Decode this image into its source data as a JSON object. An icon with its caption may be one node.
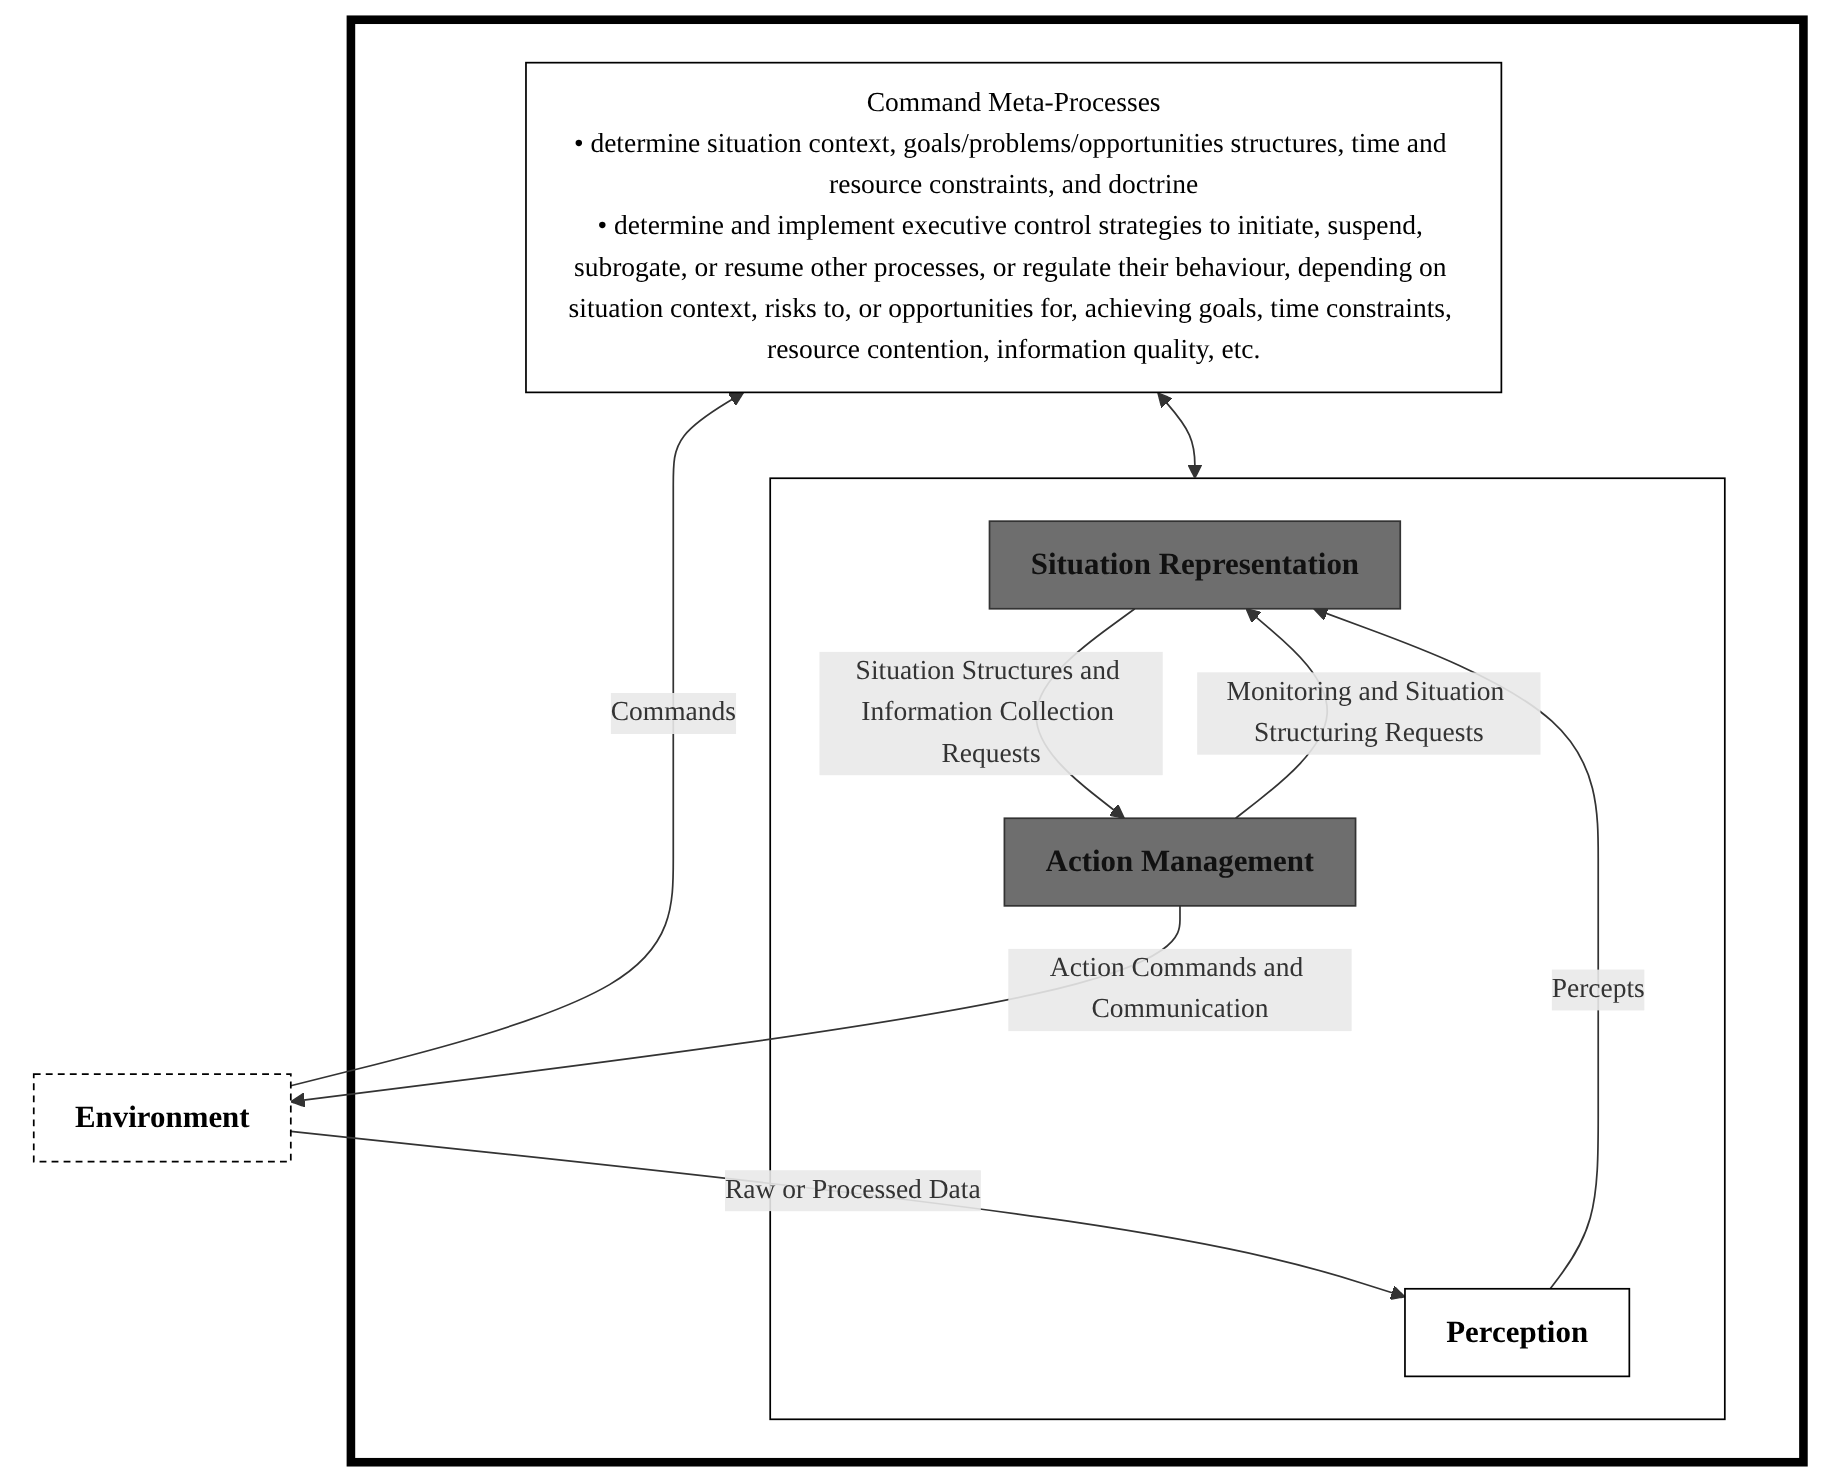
{
  "diagram": {
    "nodes": [
      {
        "text": [],
        "shape": "box"
      },
      {
        "text": [
          "Command Meta-Processes",
          "• determine situation context, goals/problems/opportunities structures, time and resource constraints, and doctrine",
          "• determine and implement executive control strategies to initiate, suspend, subrogate, or resume other processes, or regulate their behaviour, depending on situation context, risks to, or opportunities for, achieving goals, time constraints, resource contention, information quality, etc."
        ],
        "in": 0
      },
      {
        "text": [],
        "shape": "box",
        "in": 0
      },
      {
        "text": [
          "Situation Representation"
        ],
        "in": 2
      },
      {
        "text": [
          "Action Management"
        ],
        "in": 2
      },
      {
        "text": [
          "Perception"
        ],
        "in": 2
      },
      {
        "text": [
          "Environment"
        ]
      }
    ],
    "edges": [
      {
        "from": 1,
        "to": 2,
        "arrow": "both"
      },
      {
        "from": 4,
        "to": 3,
        "arrow": "to",
        "label": "Monitoring and Situation Structuring Requests"
      },
      {
        "from": 3,
        "to": 4,
        "arrow": "to",
        "label": "Situation Structures and Information Collection Requests"
      },
      {
        "from": 5,
        "to": 3,
        "arrow": "to",
        "label": "Percepts"
      },
      {
        "from": 6,
        "to": 5,
        "arrow": "to",
        "label": "Raw or Processed Data"
      },
      {
        "from": 4,
        "to": 6,
        "arrow": "to",
        "label": "Action Commands and Communication"
      },
      {
        "from": 6,
        "to": 1,
        "arrow": "to",
        "label": "Commands"
      }
    ]
  }
}
